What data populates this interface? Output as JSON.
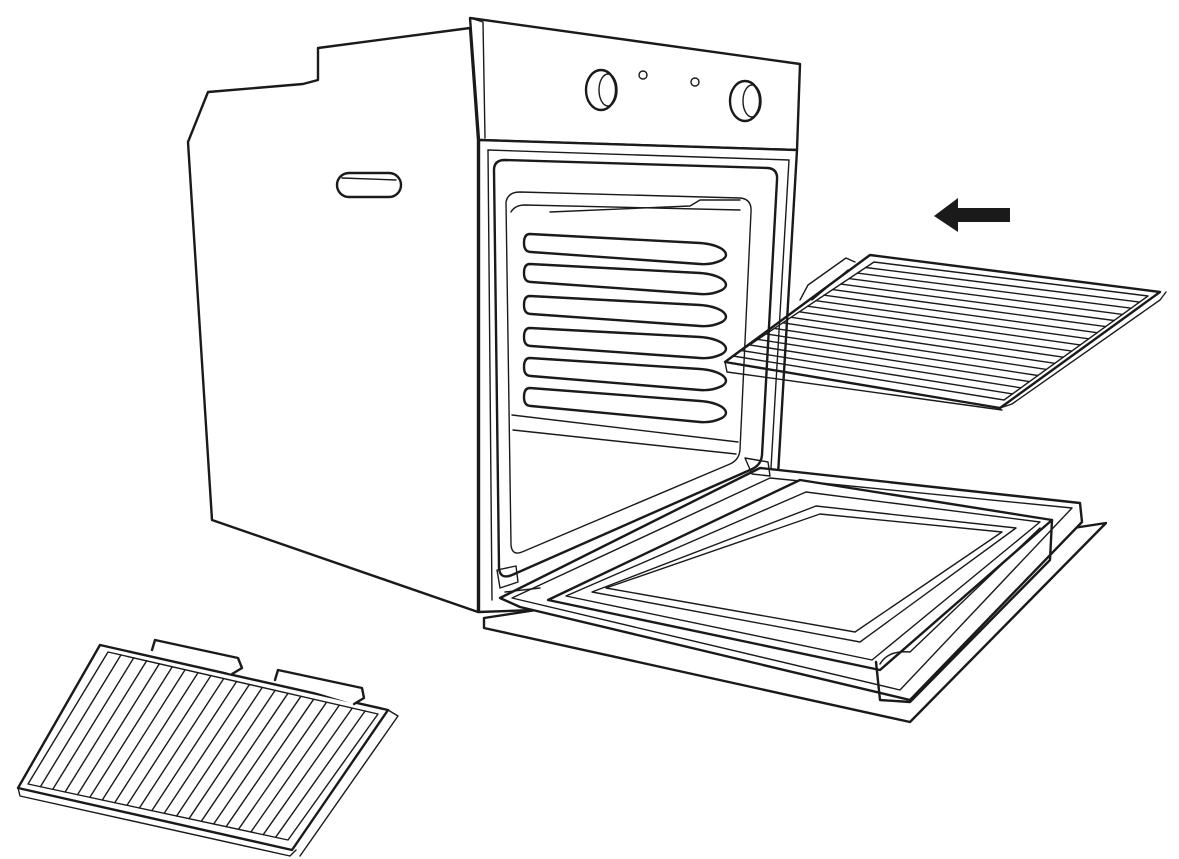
{
  "figure": {
    "stroke_color": "#1a1a1a",
    "background_color": "#ffffff",
    "icons": [
      "oven-body",
      "control-knob",
      "oven-rack",
      "oven-door",
      "insertion-arrow"
    ]
  },
  "racks": {
    "inserting_wires": 17,
    "loose_wires": 21
  },
  "oven": {
    "knobs": 2,
    "indicator_lights": 2,
    "shelf_runners": 6
  }
}
